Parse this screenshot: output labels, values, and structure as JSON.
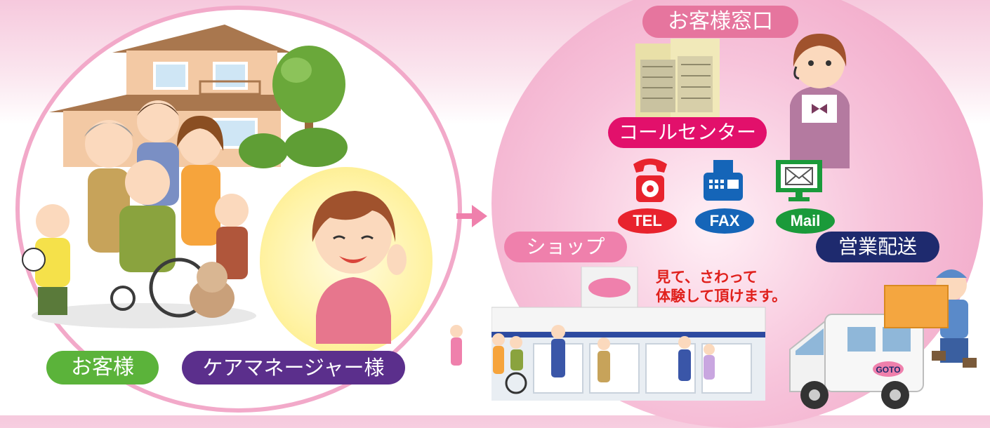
{
  "labels": {
    "customer_window": "お客様窓口",
    "call_center": "コールセンター",
    "shop": "ショップ",
    "sales_delivery": "営業配送",
    "customer": "お客様",
    "care_manager": "ケアマネージャー様",
    "shop_caption_line1": "見て、さわって",
    "shop_caption_line2": "体験して頂けます。",
    "van_logo": "GOTO"
  },
  "contact_methods": [
    {
      "label": "TEL",
      "icon": "telephone-icon",
      "color": "#e8232d"
    },
    {
      "label": "FAX",
      "icon": "fax-icon",
      "color": "#1565b8"
    },
    {
      "label": "Mail",
      "icon": "mail-monitor-icon",
      "color": "#1a9a3a"
    }
  ],
  "colors": {
    "left_circle_border": "#f2a9c9",
    "right_oval": "#f4b3d0",
    "customer_window_pill": "#e6759e",
    "call_center_pill": "#e2106b",
    "shop_pill": "#ef80ac",
    "sales_delivery_pill": "#1e2a6e",
    "customer_pill": "#5bb33a",
    "care_manager_pill": "#5b2f8c",
    "caption_text": "#e0201c"
  }
}
